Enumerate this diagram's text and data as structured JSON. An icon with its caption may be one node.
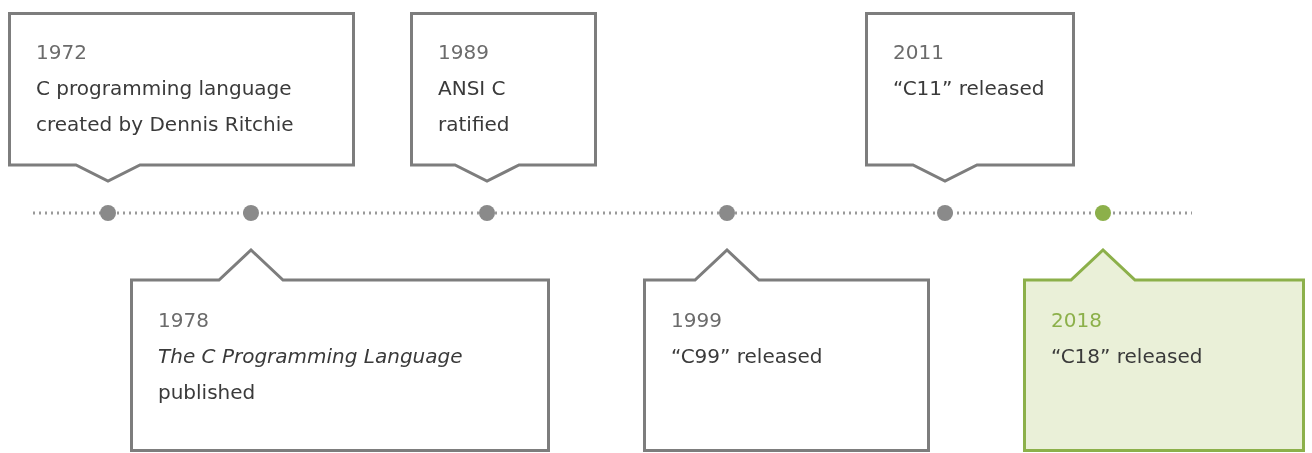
{
  "diagram": {
    "nodes": [
      {
        "text": [
          "1972",
          "C programming language created by Dennis Ritchie"
        ]
      },
      {
        "text": [
          "1978",
          "*The C Programming Language* published"
        ]
      },
      {
        "text": [
          "1989",
          "ANSI C ratified"
        ]
      },
      {
        "text": [
          "1999",
          "“C99” released"
        ]
      },
      {
        "text": [
          "2011",
          "“C11” released"
        ]
      },
      {
        "text": [
          "2018",
          "“C18” released"
        ]
      }
    ]
  }
}
